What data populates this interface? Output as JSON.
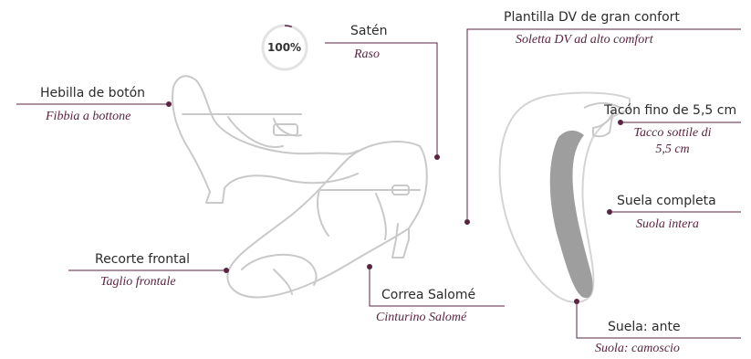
{
  "badge": {
    "value": "100%"
  },
  "callouts": {
    "material": {
      "es": "Satén",
      "it": "Raso"
    },
    "insole": {
      "es": "Plantilla DV de gran confort",
      "it": "Soletta DV ad alto comfort"
    },
    "buckle": {
      "es": "Hebilla de botón",
      "it": "Fibbia a bottone"
    },
    "heel": {
      "es": "Tacón fino de 5,5 cm",
      "it_line1": "Tacco sottile di",
      "it_line2": "5,5 cm"
    },
    "sole": {
      "es": "Suela completa",
      "it": "Suola intera"
    },
    "front_cut": {
      "es": "Recorte frontal",
      "it": "Taglio frontale"
    },
    "strap": {
      "es": "Correa Salomé",
      "it": "Cinturino Salomé"
    },
    "sole_material": {
      "es": "Suela: ante",
      "it": "Suola: camoscio"
    }
  },
  "colors": {
    "accent": "#5a2440",
    "line": "#5a2440",
    "sole": "#9e9e9e",
    "outline": "#c8c8c8"
  },
  "icons": [
    "satin-badge-icon",
    "shoe-back-view",
    "shoe-front-view",
    "shoe-sole-view"
  ]
}
